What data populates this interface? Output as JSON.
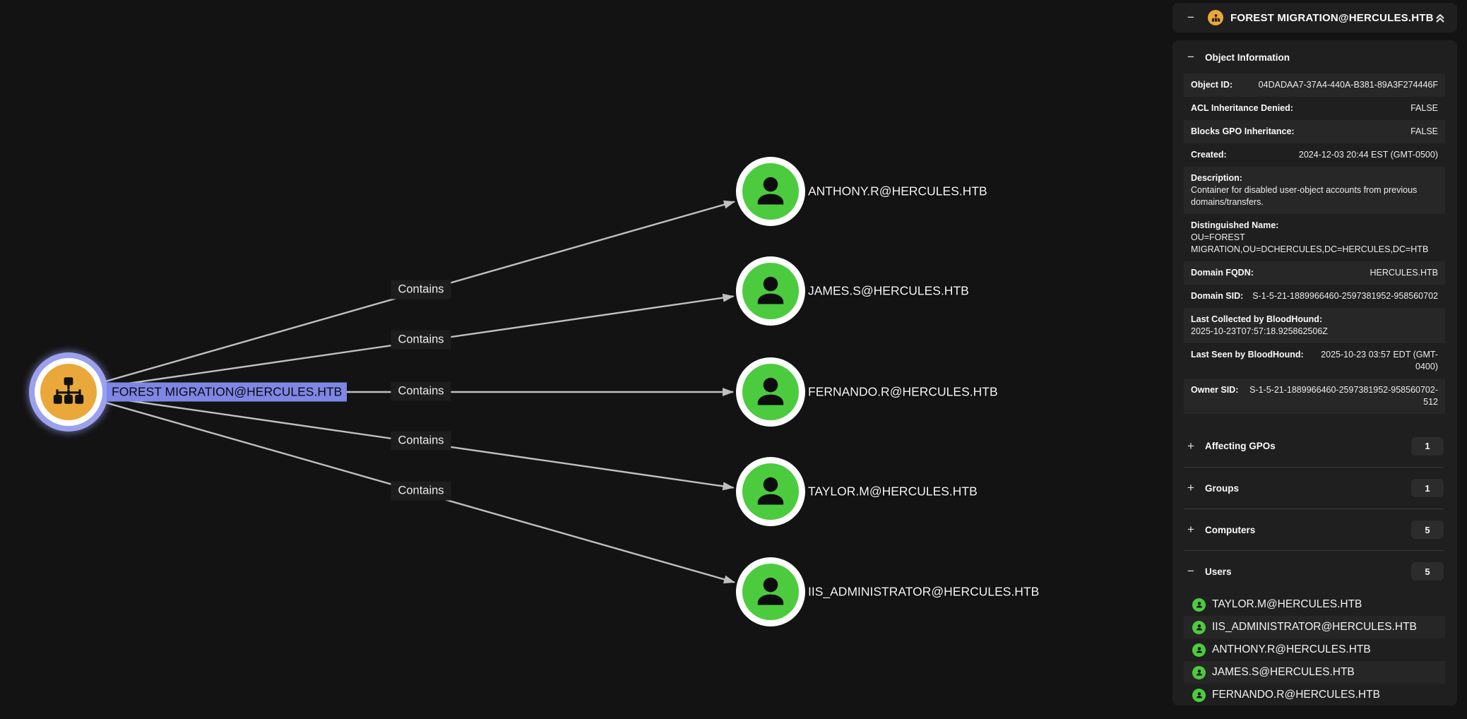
{
  "colors": {
    "background": "#131313",
    "panel_background": "#1f1f1f",
    "ou_node_orange": "#EBA83A",
    "user_node_green": "#4CCB3F",
    "selection_purple": "#7E87E6",
    "edge_gray": "#CFCFCF"
  },
  "graph": {
    "selected_node": {
      "type": "OU",
      "label": "FOREST MIGRATION@HERCULES.HTB"
    },
    "edges": [
      {
        "label": "Contains"
      },
      {
        "label": "Contains"
      },
      {
        "label": "Contains"
      },
      {
        "label": "Contains"
      },
      {
        "label": "Contains"
      }
    ],
    "nodes": [
      {
        "type": "User",
        "label": "ANTHONY.R@HERCULES.HTB"
      },
      {
        "type": "User",
        "label": "JAMES.S@HERCULES.HTB"
      },
      {
        "type": "User",
        "label": "FERNANDO.R@HERCULES.HTB"
      },
      {
        "type": "User",
        "label": "TAYLOR.M@HERCULES.HTB"
      },
      {
        "type": "User",
        "label": "IIS_ADMINISTRATOR@HERCULES.HTB"
      }
    ]
  },
  "panel": {
    "header": {
      "collapse_icon": "−",
      "title": "FOREST MIGRATION@HERCULES.HTB"
    },
    "object_information": {
      "collapse_icon": "−",
      "title": "Object Information",
      "rows": [
        {
          "label": "Object ID:",
          "value": "04DADAA7-37A4-440A-B381-89A3F274446F"
        },
        {
          "label": "ACL Inheritance Denied:",
          "value": "FALSE"
        },
        {
          "label": "Blocks GPO Inheritance:",
          "value": "FALSE"
        },
        {
          "label": "Created:",
          "value": "2024-12-03 20:44 EST (GMT-0500)"
        },
        {
          "label": "Description:",
          "value": "Container for disabled user-object accounts from previous domains/transfers."
        },
        {
          "label": "Distinguished Name:",
          "value": "OU=FOREST MIGRATION,OU=DCHERCULES,DC=HERCULES,DC=HTB"
        },
        {
          "label": "Domain FQDN:",
          "value": "HERCULES.HTB"
        },
        {
          "label": "Domain SID:",
          "value": "S-1-5-21-1889966460-2597381952-958560702"
        },
        {
          "label": "Last Collected by BloodHound:",
          "value": "2025-10-23T07:57:18.925862506Z"
        },
        {
          "label": "Last Seen by BloodHound:",
          "value": "2025-10-23 03:57 EDT (GMT-0400)"
        },
        {
          "label": "Owner SID:",
          "value": "S-1-5-21-1889966460-2597381952-958560702-512"
        }
      ]
    },
    "sections": [
      {
        "toggle_icon": "+",
        "label": "Affecting GPOs",
        "count": "1"
      },
      {
        "toggle_icon": "+",
        "label": "Groups",
        "count": "1"
      },
      {
        "toggle_icon": "+",
        "label": "Computers",
        "count": "5"
      },
      {
        "toggle_icon": "−",
        "label": "Users",
        "count": "5"
      }
    ],
    "users": [
      {
        "label": "TAYLOR.M@HERCULES.HTB"
      },
      {
        "label": "IIS_ADMINISTRATOR@HERCULES.HTB"
      },
      {
        "label": "ANTHONY.R@HERCULES.HTB"
      },
      {
        "label": "JAMES.S@HERCULES.HTB"
      },
      {
        "label": "FERNANDO.R@HERCULES.HTB"
      }
    ]
  }
}
